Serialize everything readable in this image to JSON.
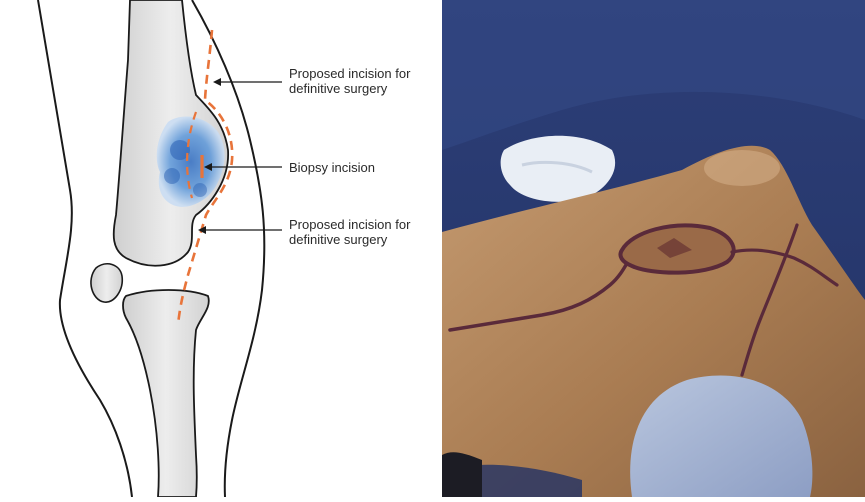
{
  "diagram": {
    "labels": {
      "proposed_top_line1": "Proposed incision for",
      "proposed_top_line2": "definitive surgery",
      "biopsy": "Biopsy incision",
      "proposed_bottom_line1": "Proposed incision for",
      "proposed_bottom_line2": "definitive surgery"
    },
    "colors": {
      "incision_line": "#e8743a",
      "tumor": "#3a78c8",
      "bone_fill": "#e6e6e6",
      "outline": "#1a1a1a"
    }
  },
  "photo": {
    "colors": {
      "drape": "#2c3f76",
      "skin": "#b48860",
      "marker": "#5a2a3a"
    }
  }
}
